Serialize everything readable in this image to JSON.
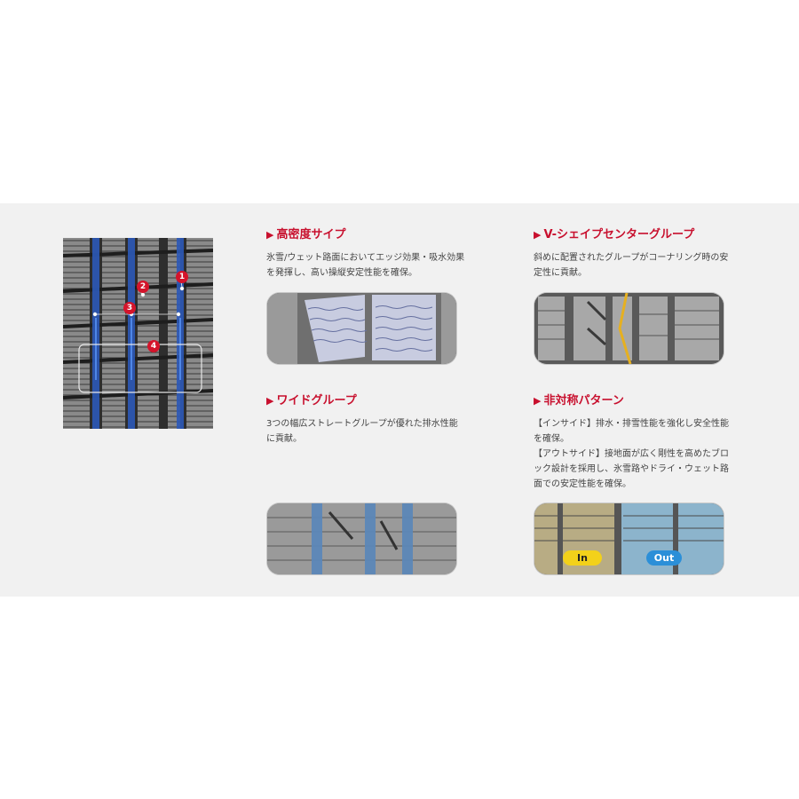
{
  "features": [
    {
      "id": "high-density-sipe",
      "title": "高密度サイプ",
      "description": [
        "氷雪/ウェット路面においてエッジ効果・吸水効果",
        "を発揮し、高い操縦安定性能を確保。"
      ]
    },
    {
      "id": "v-shape-center-groove",
      "title": "V-シェイプセンターグループ",
      "description": [
        "斜めに配置されたグループがコーナリング時の安",
        "定性に貢献。"
      ]
    },
    {
      "id": "wide-groove",
      "title": "ワイドグループ",
      "description": [
        "3つの幅広ストレートグループが優れた排水性能",
        "に貢献。"
      ]
    },
    {
      "id": "asymmetric-pattern",
      "title": "非対称パターン",
      "description": [
        "【インサイド】排水・排雪性能を強化し安全性能",
        "を確保。",
        "【アウトサイド】接地面が広く剛性を高めたブロ",
        "ック設計を採用し、氷雪路やドライ・ウェット路",
        "面での安定性能を確保。"
      ]
    }
  ],
  "tread_markers": [
    "1",
    "2",
    "3",
    "4"
  ],
  "badges": {
    "in": "In",
    "out": "Out"
  },
  "colors": {
    "accent": "#c8102e",
    "marker": "#d4142b",
    "groove_blue": "#2c59b8",
    "in_badge": "#f3d11a",
    "out_badge": "#2b8fd8"
  }
}
